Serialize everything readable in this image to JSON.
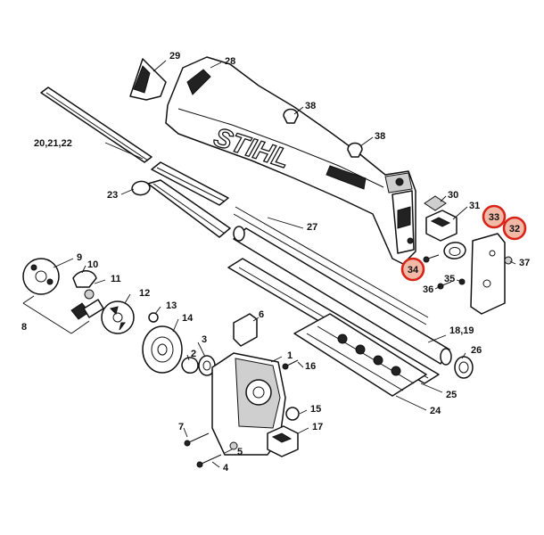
{
  "brand": {
    "logo_text": "STIHL"
  },
  "callouts": {
    "c1": "1",
    "c2": "2",
    "c3": "3",
    "c4": "4",
    "c5": "5",
    "c6": "6",
    "c7": "7",
    "c8": "8",
    "c9": "9",
    "c10": "10",
    "c11": "11",
    "c12": "12",
    "c13": "13",
    "c14": "14",
    "c15": "15",
    "c16": "16",
    "c17": "17",
    "c18": "18,19",
    "c20": "20,21,22",
    "c23": "23",
    "c24": "24",
    "c25": "25",
    "c26": "26",
    "c27": "27",
    "c28": "28",
    "c29": "29",
    "c30": "30",
    "c31": "31",
    "c32": "32",
    "c33": "33",
    "c34": "34",
    "c35": "35",
    "c36": "36",
    "c37": "37",
    "c38a": "38",
    "c38b": "38"
  },
  "highlighted_callouts": [
    "32",
    "33",
    "34"
  ],
  "colors": {
    "highlight_ring": "#d62418",
    "highlight_fill": "#f2b9a6",
    "line": "#111111"
  }
}
